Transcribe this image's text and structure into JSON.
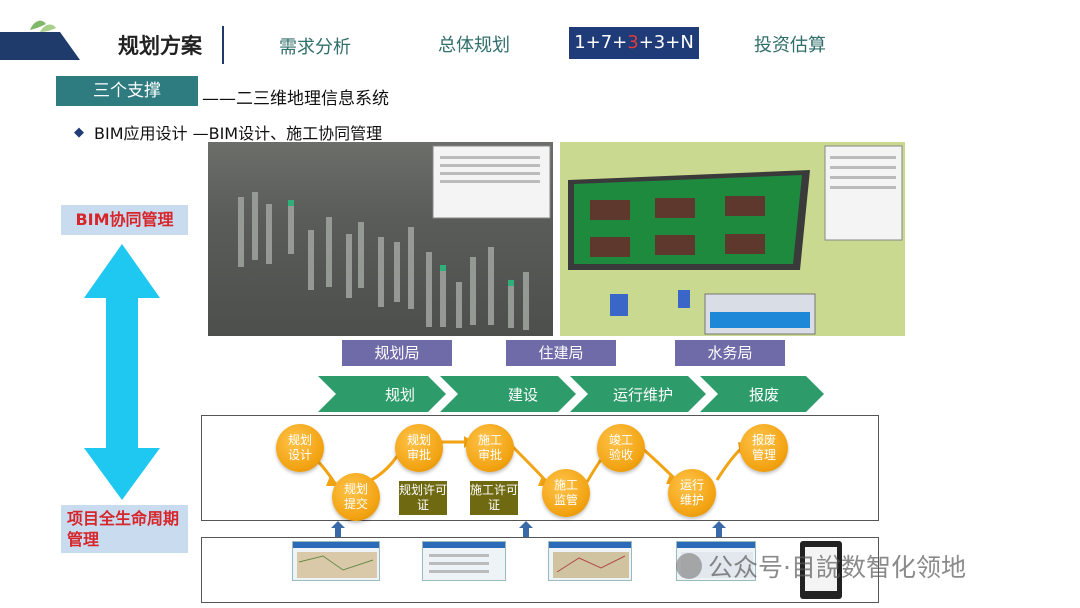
{
  "header": {
    "title": "规划方案",
    "nav": [
      "需求分析",
      "总体规划",
      "投资估算"
    ],
    "active_parts": [
      "1+7+",
      "3",
      "+3+N"
    ]
  },
  "section": {
    "tab_label": "三个支撑",
    "subtitle": "——二三维地理信息系统"
  },
  "bullet": {
    "text": "BIM应用设计 —BIM设计、施工协同管理"
  },
  "side": {
    "top_label": "BIM协同管理",
    "bottom_label": "项目全生命周期管理"
  },
  "agencies": [
    "规划局",
    "住建局",
    "水务局"
  ],
  "process": [
    "规划",
    "建设",
    "运行维护",
    "报废"
  ],
  "flow": {
    "circles": [
      {
        "text": "规划设计"
      },
      {
        "text": "规划提交"
      },
      {
        "text": "规划审批"
      },
      {
        "text": "施工审批"
      },
      {
        "text": "施工监管"
      },
      {
        "text": "竣工验收"
      },
      {
        "text": "运行维护"
      },
      {
        "text": "报废管理"
      }
    ],
    "permits": [
      "规划许可证",
      "施工许可证"
    ]
  },
  "watermark": "公众号·目說数智化领地",
  "colors": {
    "nav_active_bg": "#1f3b78",
    "section_tab_bg": "#2e7c80",
    "agency_bg": "#6f6aa8",
    "chevron": "#2e9c6a",
    "circle": "#f2a312",
    "permit_bg": "#6f6a12",
    "side_label_text": "#d6262c",
    "arrow": "#1ec8f0"
  }
}
